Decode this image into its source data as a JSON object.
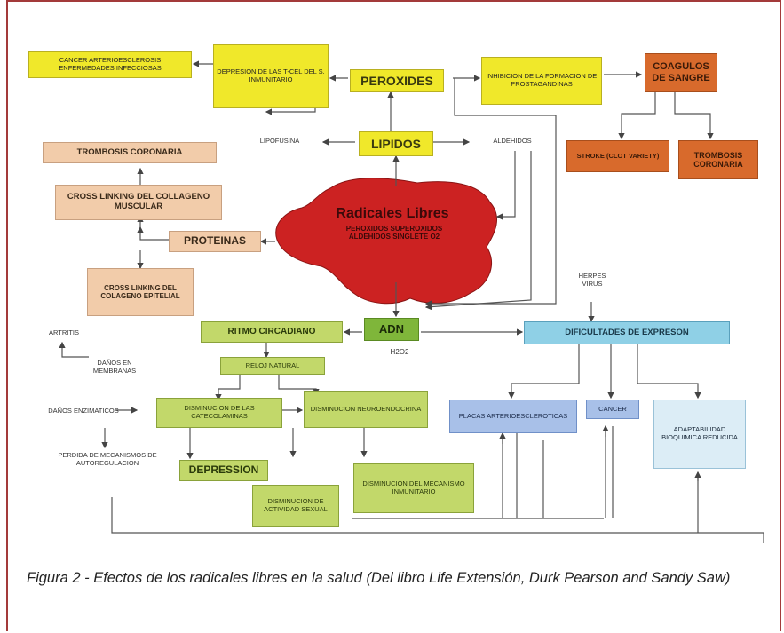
{
  "nodes": {
    "cancer_top": "CANCER ARTERIOESCLEROSIS ENFERMEDADES INFECCIOSAS",
    "depresion_t": "DEPRESION DE LAS T-CEL DEL S. INMUNITARIO",
    "peroxides": "PEROXIDES",
    "inhibicion": "INHIBICION DE LA FORMACION DE PROSTAGANDINAS",
    "coagulos": "COAGULOS DE SANGRE",
    "lipofusina": "LIPOFUSINA",
    "lipidos": "LIPIDOS",
    "aldehidos": "ALDEHIDOS",
    "stroke": "STROKE (CLOT VARIETY)",
    "trombosis_right": "TROMBOSIS CORONARIA",
    "trombosis_left": "TROMBOSIS CORONARIA",
    "cross_muscular": "CROSS LINKING DEL COLLAGENO MUSCULAR",
    "proteinas": "PROTEINAS",
    "radicales_title": "Radicales Libres",
    "radicales_sub": "PEROXIDOS SUPEROXIDOS ALDEHIDOS SINGLETE O2",
    "cross_epitelial": "CROSS LINKING DEL COLAGENO EPITELIAL",
    "herpes": "HERPES VIRUS",
    "artritis": "ARTRITIS",
    "ritmo": "RITMO CIRCADIANO",
    "adn": "ADN",
    "h2o2": "H2O2",
    "dificultades": "DIFICULTADES DE EXPRESON",
    "danos_membranas": "DAÑOS EN MEMBRANAS",
    "reloj": "RELOJ NATURAL",
    "danos_enzimaticos": "DAÑOS ENZIMATICOS",
    "catecolaminas": "DISMINUCION DE LAS CATECOLAMINAS",
    "neuroendocrina": "DISMINUCION NEUROENDOCRINA",
    "placas": "PLACAS ARTERIOESCLEROTICAS",
    "cancer_bottom": "CANCER",
    "adaptabilidad": "ADAPTABILIDAD BIOQUIMICA REDUCIDA",
    "perdida": "PERDIDA DE MECANISMOS DE AUTOREGULACION",
    "depression": "DEPRESSION",
    "actividad_sexual": "DISMINUCION DE ACTIVIDAD SEXUAL",
    "mecanismo_inmunitario": "DISMINUCION DEL MECANISMO INMUNITARIO"
  },
  "caption": "Figura 2 - Efectos de los radicales libres en la salud (Del libro Life Extensión, Durk Pearson and Sandy Saw)",
  "colors": {
    "frame": "#a33a3a",
    "yellow": "#f0e82a",
    "orange": "#d86a2c",
    "peach": "#f2ccaa",
    "green_light": "#c2d86a",
    "green_dark": "#7fb63a",
    "blue": "#8fd0e6",
    "blob": "#cc2222"
  }
}
